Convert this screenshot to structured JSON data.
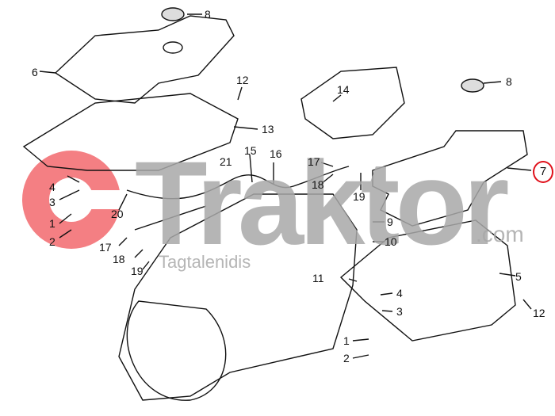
{
  "watermark": {
    "brand": "Traktor",
    "domain": ".com",
    "owner": "Tagtalenidis",
    "logo_color": "#f04a4f"
  },
  "labels": {
    "top_cover_cap": "8",
    "top_cover": "6",
    "bolt_top": "12",
    "plate_left": "13",
    "shift_unit": "14",
    "cable": "15",
    "clip_16": "16",
    "bracket_17": "17",
    "nut_18": "18",
    "pin_19": "19",
    "lever_20": "20",
    "clip_21": "21",
    "left_4": "4",
    "left_3": "3",
    "left_1": "1",
    "left_2": "2",
    "left_17": "17",
    "left_18": "18",
    "left_19": "19",
    "right_cap": "8",
    "right_cover": "7",
    "bolt_9": "9",
    "spring_10": "10",
    "pin_11": "11",
    "right_4": "4",
    "right_3": "3",
    "right_1": "1",
    "right_2": "2",
    "bracket_5": "5",
    "bolt_12": "12"
  }
}
